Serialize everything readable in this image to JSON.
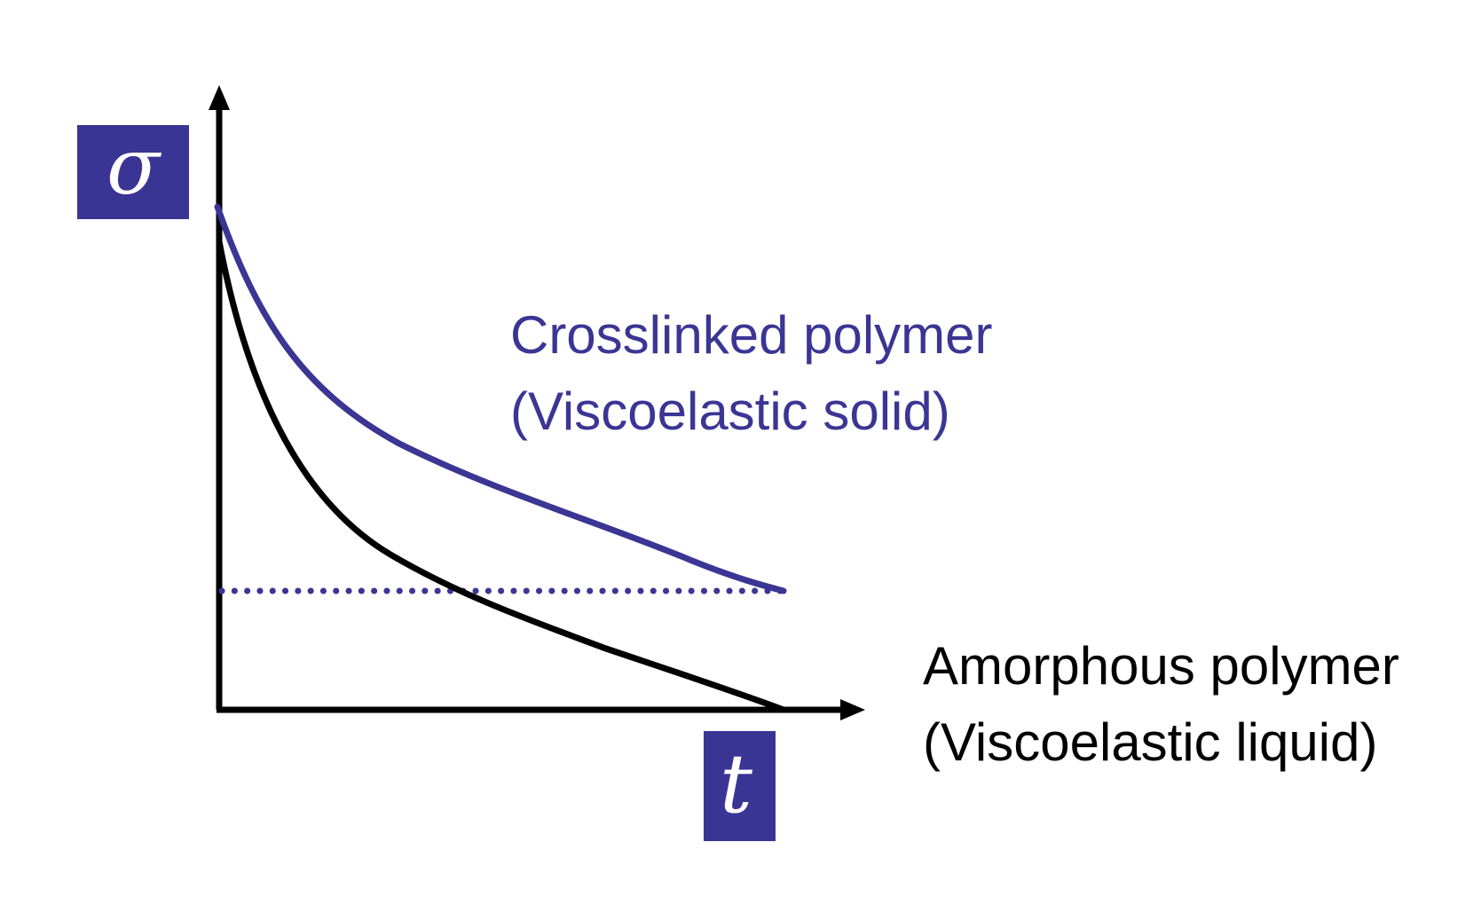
{
  "diagram": {
    "y_axis_symbol": "σ",
    "x_axis_symbol": "t",
    "curves": [
      {
        "id": "crosslinked",
        "label_line1": "Crosslinked polymer",
        "label_line2": "(Viscoelastic solid)",
        "color": "#3b3594",
        "behavior": "decays to a non-zero plateau (dotted asymptote)"
      },
      {
        "id": "amorphous",
        "label_line1": "Amorphous polymer",
        "label_line2": "(Viscoelastic liquid)",
        "color": "#000000",
        "behavior": "decays to zero"
      }
    ],
    "colors": {
      "axis": "#000000",
      "symbol_box": "#3a3594",
      "symbol_text": "#ffffff",
      "plateau_dots": "#3b3594"
    }
  }
}
